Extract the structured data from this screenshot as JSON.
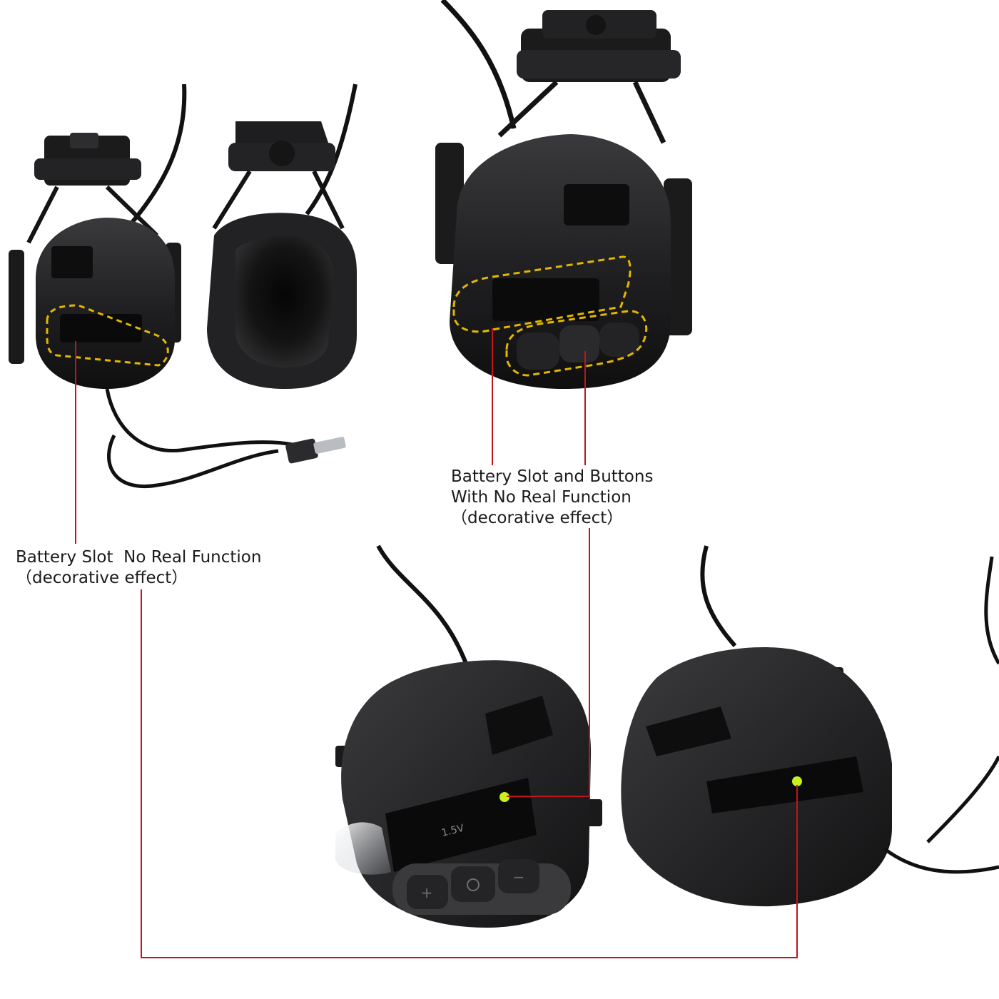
{
  "product": {
    "kind": "tactical helmet-mount electronic earmuff headset",
    "color": "#1c1c1e"
  },
  "callouts": {
    "buttons_line1": "Battery Slot and Buttons",
    "buttons_line2": "With No Real Function",
    "buttons_line3": "（decorative effect）",
    "battery_line1": "Battery Slot  No Real Function",
    "battery_line2": "（decorative effect）"
  },
  "battery_label": "1.5V",
  "colors": {
    "leader_line": "#c0141e",
    "highlight_dash": "#e3b600",
    "indicator_led": "#c8f01e",
    "body_dark": "#1c1c1e",
    "body_mid": "#2c2c2f"
  },
  "icons": {
    "plus": "plus-button-icon",
    "power": "power-button-icon",
    "minus": "minus-button-icon"
  }
}
